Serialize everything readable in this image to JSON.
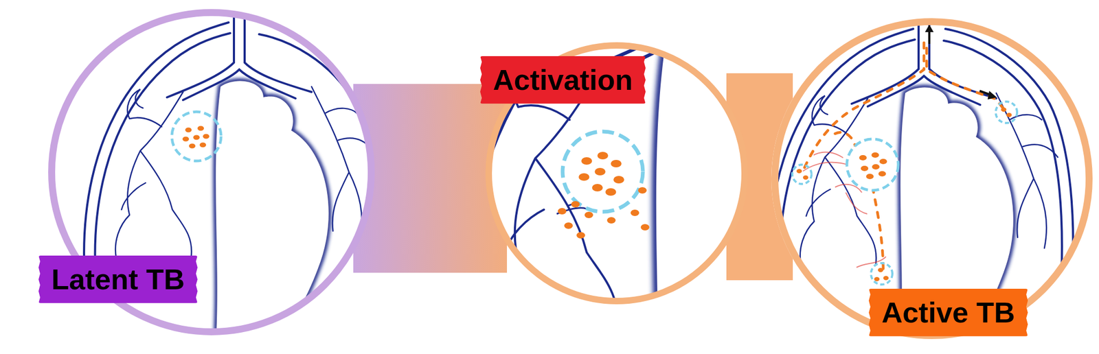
{
  "diagram": {
    "nodes": [
      {
        "text": [
          "Latent TB"
        ]
      },
      {
        "text": [
          "Activation"
        ]
      },
      {
        "text": [
          "Active TB"
        ]
      }
    ],
    "edges": [
      {
        "from": 0,
        "to": 1,
        "arrow": "none"
      },
      {
        "from": 1,
        "to": 2,
        "arrow": "none"
      }
    ]
  }
}
